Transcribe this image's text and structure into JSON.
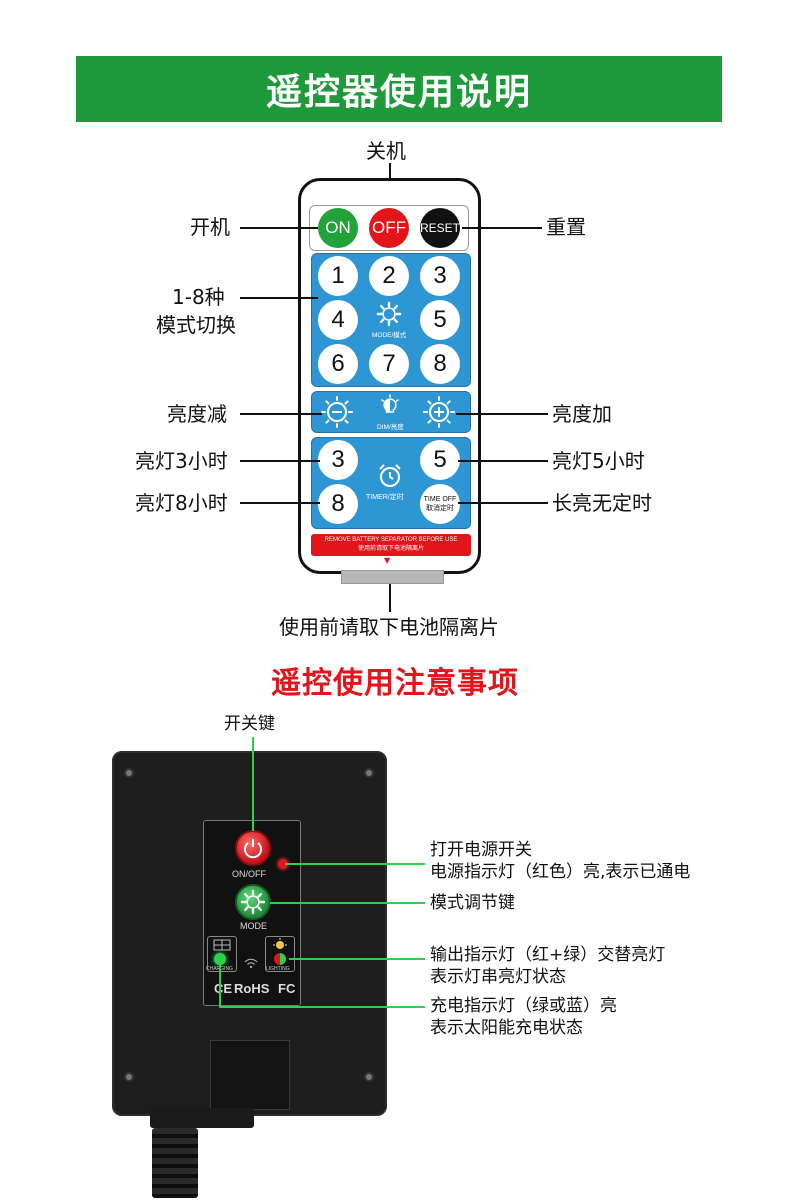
{
  "header": {
    "title": "遥控器使用说明"
  },
  "remote_labels": {
    "power_off": "关机",
    "power_on": "开机",
    "reset": "重置",
    "modes_line1": "1-8种",
    "modes_line2": "模式切换",
    "dim_down": "亮度减",
    "dim_up": "亮度加",
    "timer3": "亮灯3小时",
    "timer5": "亮灯5小时",
    "timer8": "亮灯8小时",
    "timer_off": "长亮无定时",
    "battery_note": "使用前请取下电池隔离片"
  },
  "remote": {
    "on": "ON",
    "off": "OFF",
    "reset": "RESET",
    "numbers": [
      "1",
      "2",
      "3",
      "4",
      "5",
      "6",
      "7",
      "8"
    ],
    "mode_caption": "MODE/模式",
    "dim_caption": "DIM/亮度",
    "timer_3": "3",
    "timer_5": "5",
    "timer_8": "8",
    "timer_caption": "TIMER/定时",
    "timeoff_line1": "TIME OFF",
    "timeoff_line2": "取消定时",
    "bar_line1": "REMOVE BATTERY SEPARATOR BEFORE USE",
    "bar_line2": "使用前请取下电池隔离片",
    "bar_arrow": "▼"
  },
  "section2": {
    "title": "遥控使用注意事项"
  },
  "device_labels": {
    "power_key": "开关键",
    "power_desc1": "打开电源开关",
    "power_desc2": "电源指示灯（红色）亮,表示已通电",
    "mode_key": "模式调节键",
    "output_desc1": "输出指示灯（红+绿）交替亮灯",
    "output_desc2": "表示灯串亮灯状态",
    "charge_desc1": "充电指示灯（绿或蓝）亮",
    "charge_desc2": "表示太阳能充电状态"
  },
  "device": {
    "onoff": "ON/OFF",
    "mode": "MODE",
    "charging": "CHARGING",
    "lighting": "LIGHTING",
    "ce": "CE",
    "rohs": "RoHS",
    "fc": "FC"
  },
  "colors": {
    "banner_green": "#1f9a3a",
    "remote_blue": "#2f96d4",
    "on_green": "#21a33a",
    "off_red": "#e3141a",
    "reset_black": "#111111",
    "title_red": "#e3141a",
    "indicator_green": "#2bd14a"
  }
}
